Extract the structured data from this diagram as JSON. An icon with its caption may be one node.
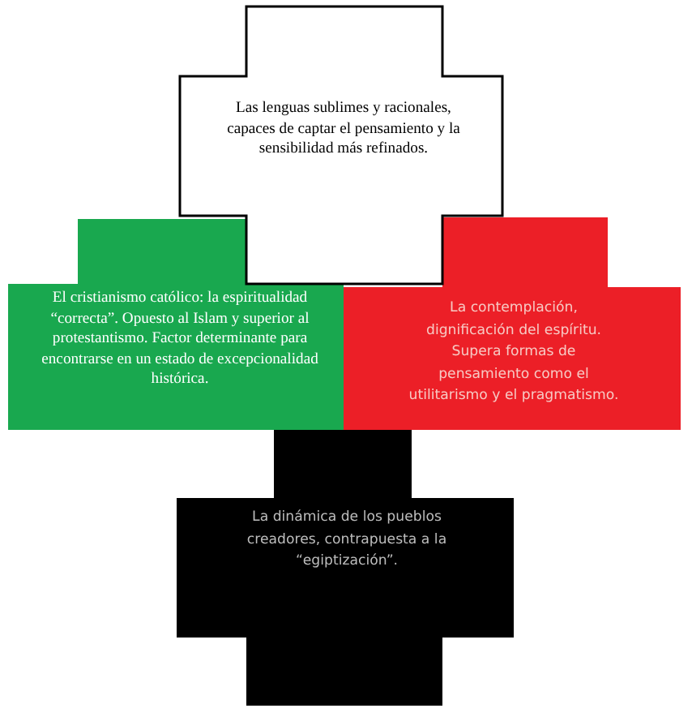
{
  "diagram": {
    "nodes": [
      {
        "text": [
          "Las lenguas sublimes y racionales, capaces de captar el pensamiento y la sensibilidad más refinados."
        ]
      },
      {
        "text": [
          "El cristianismo católico: la espiritualidad “correcta”. Opuesto al Islam y superior al protestantismo. Factor determinante para encontrarse en un estado de excepcionalidad histórica."
        ]
      },
      {
        "text": [
          "La contemplación, dignificación del espíritu. Supera formas de pensamiento como el utilitarismo y el pragmatismo."
        ]
      },
      {
        "text": [
          "La dinámica de los pueblos creadores, contrapuesta a la “egiptización”."
        ]
      }
    ]
  }
}
